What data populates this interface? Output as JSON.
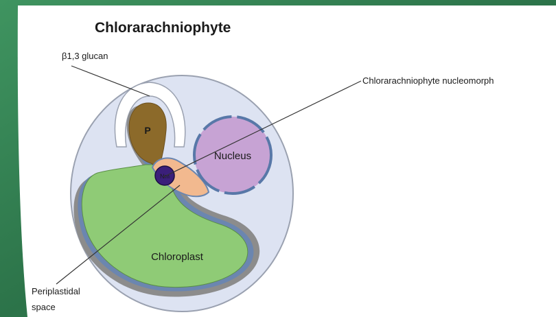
{
  "title": "Chlorarachniophyte",
  "labels": {
    "glucan": "β1,3 glucan",
    "nucleomorph_callout": "Chlorarachniophyte nucleomorph",
    "periplastidal_line1": "Periplastidal",
    "periplastidal_line2": "space"
  },
  "organelles": {
    "pyrenoid": "P",
    "nucleomorph": "Nm",
    "nucleus": "Nucleus",
    "chloroplast": "Chloroplast"
  },
  "colors": {
    "slide_background": "#2f7d4e",
    "cell_fill": "#dde3f2",
    "cell_outline": "#9aa1b0",
    "chloroplast_fill": "#8fcb76",
    "membrane_gray": "#8c8c8c",
    "membrane_blue": "#6b86b0",
    "pyrenoid_fill": "#8c6a2a",
    "nucleus_fill": "#c7a3d4",
    "nucleus_envelope": "#5878a8",
    "nucleomorph_fill": "#3b1f7a",
    "periplastidal_fill": "#f2b98f",
    "glucan_cap_fill": "#ffffff"
  }
}
